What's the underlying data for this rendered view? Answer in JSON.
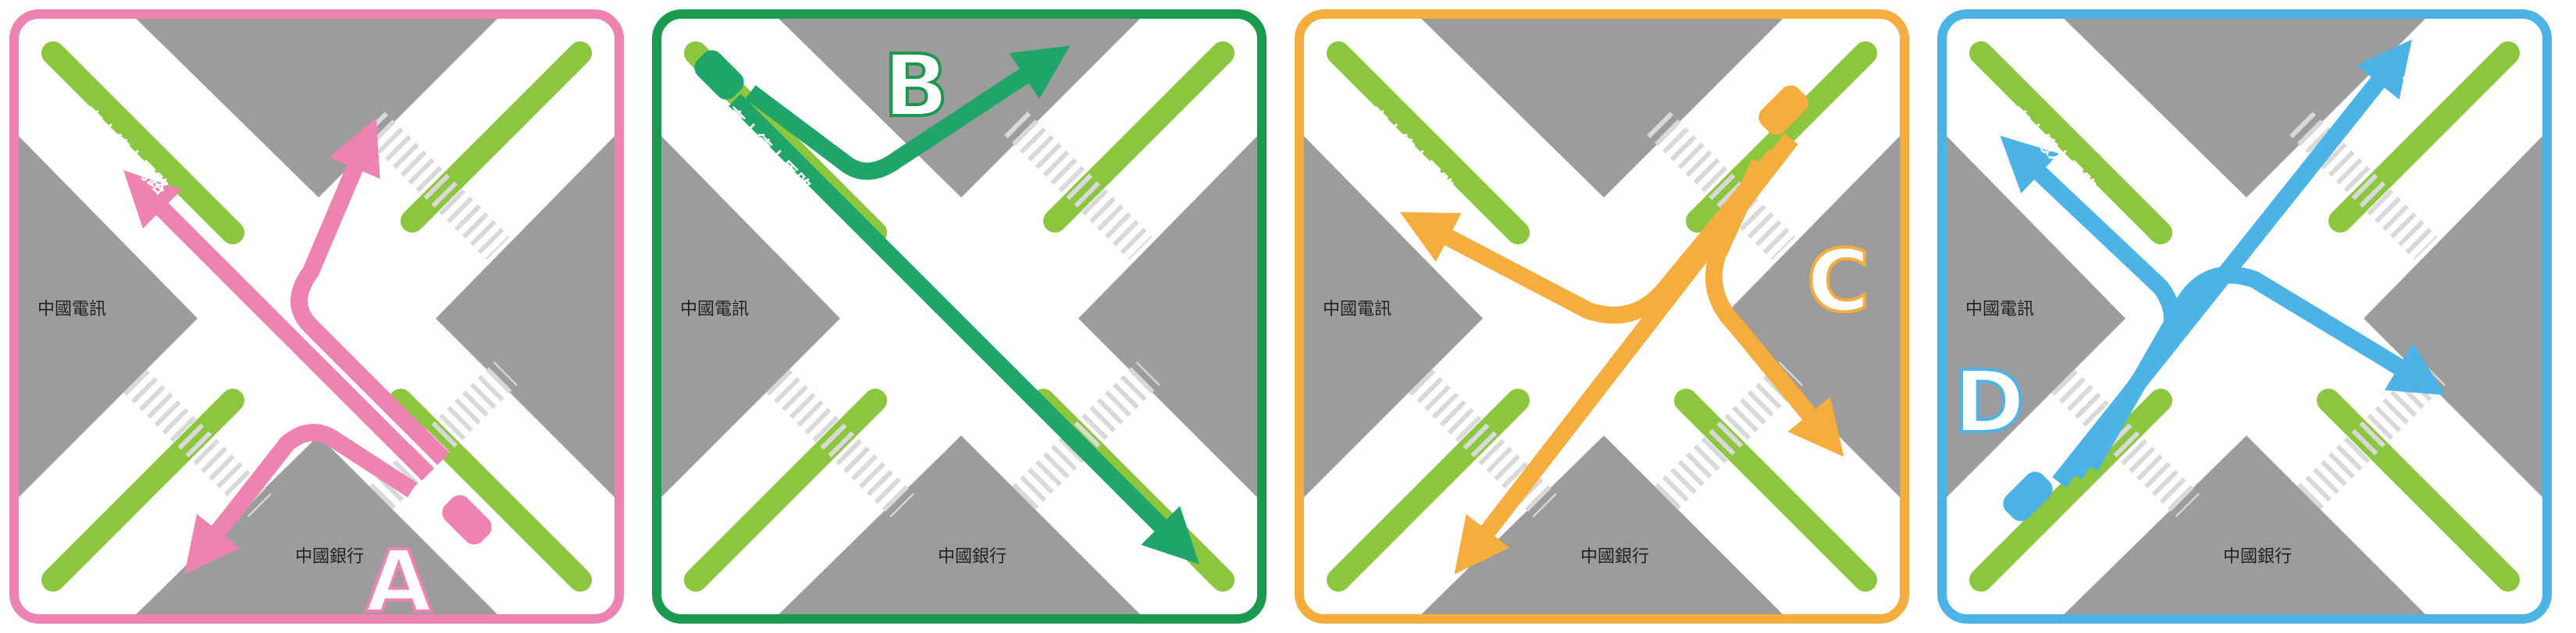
{
  "streets": {
    "road_diagonal": "高士德大馬路",
    "road_cross": "俾利喇街"
  },
  "landmarks": {
    "north_west": "中國電訊",
    "south": "中國銀行"
  },
  "panels": [
    {
      "letter": "A",
      "color": "#ee82b0",
      "light": "#f8c6dc"
    },
    {
      "letter": "B",
      "color": "#1a9a4e",
      "light": "#a9d9b8"
    },
    {
      "letter": "C",
      "color": "#f5ad3d",
      "light": "#fbd9a0"
    },
    {
      "letter": "D",
      "color": "#4cb3e7",
      "light": "#b3ddf3"
    }
  ],
  "colors": {
    "block": "#9c9c9c",
    "road": "#ffffff",
    "median": "#8cc63f",
    "crosswalk": "#d9d9d9"
  }
}
